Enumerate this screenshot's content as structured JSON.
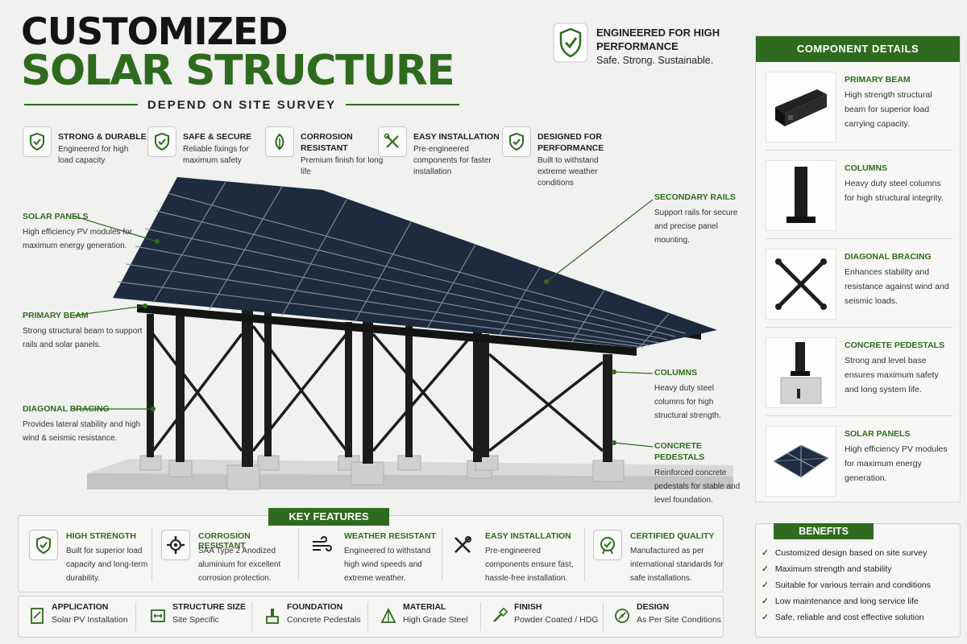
{
  "title": {
    "line1": "CUSTOMIZED",
    "line2": "SOLAR STRUCTURE",
    "subtitle": "DEPEND ON SITE SURVEY"
  },
  "badge": {
    "title": "ENGINEERED FOR HIGH PERFORMANCE",
    "subtitle": "Safe. Strong. Sustainable.",
    "icon": "shield-check-icon"
  },
  "features": [
    {
      "title": "STRONG & DURABLE",
      "desc": "Engineered for high load capacity",
      "icon": "shield-check-icon"
    },
    {
      "title": "SAFE & SECURE",
      "desc": "Reliable fixings for maximum safety",
      "icon": "shield-check-icon"
    },
    {
      "title": "CORROSION RESISTANT",
      "desc": "Premium finish for long life",
      "icon": "leaf-icon"
    },
    {
      "title": "EASY INSTALLATION",
      "desc": "Pre-engineered components for faster installation",
      "icon": "tools-icon"
    },
    {
      "title": "DESIGNED FOR PERFORMANCE",
      "desc": "Built to withstand extreme weather conditions",
      "icon": "shield-check-icon"
    }
  ],
  "callouts": {
    "solar_panels": {
      "title": "SOLAR PANELS",
      "desc": "High efficiency PV modules for maximum energy generation."
    },
    "primary_beam": {
      "title": "PRIMARY BEAM",
      "desc": "Strong structural beam to support rails and solar panels."
    },
    "diagonal_bracing": {
      "title": "DIAGONAL BRACING",
      "desc": "Provides lateral stability and high wind & seismic resistance."
    },
    "secondary_rails": {
      "title": "SECONDARY RAILS",
      "desc": "Support rails for secure and precise panel mounting."
    },
    "columns": {
      "title": "COLUMNS",
      "desc": "Heavy duty steel columns for high structural strength."
    },
    "concrete_pedestals": {
      "title": "CONCRETE PEDESTALS",
      "desc": "Reinforced concrete pedestals for stable and level foundation."
    }
  },
  "components": {
    "header": "COMPONENT DETAILS",
    "items": [
      {
        "title": "PRIMARY BEAM",
        "desc": "High strength structural beam for superior load carrying capacity."
      },
      {
        "title": "COLUMNS",
        "desc": "Heavy duty steel columns for high structural integrity."
      },
      {
        "title": "DIAGONAL BRACING",
        "desc": "Enhances stability and resistance against wind and seismic loads."
      },
      {
        "title": "CONCRETE PEDESTALS",
        "desc": "Strong and level base ensures maximum safety and long system life."
      },
      {
        "title": "SOLAR PANELS",
        "desc": "High efficiency PV modules for maximum energy generation."
      }
    ]
  },
  "key_features": {
    "header": "KEY FEATURES",
    "items": [
      {
        "title": "HIGH STRENGTH",
        "desc": "Built for superior load capacity and long-term durability.",
        "icon": "shield-check-icon"
      },
      {
        "title": "CORROSION RESISTANT",
        "desc": "SAA Type 2 Anodized aluminium for excellent corrosion protection.",
        "icon": "gear-icon"
      },
      {
        "title": "WEATHER RESISTANT",
        "desc": "Engineered to withstand high wind speeds and extreme weather.",
        "icon": "wind-icon"
      },
      {
        "title": "EASY INSTALLATION",
        "desc": "Pre-engineered components ensure fast, hassle-free installation.",
        "icon": "tools-icon"
      },
      {
        "title": "CERTIFIED QUALITY",
        "desc": "Manufactured as per international standards for safe installations.",
        "icon": "certificate-icon"
      }
    ]
  },
  "specs": [
    {
      "title": "APPLICATION",
      "value": "Solar PV Installation",
      "icon": "document-icon"
    },
    {
      "title": "STRUCTURE SIZE",
      "value": "Site Specific",
      "icon": "dimension-icon"
    },
    {
      "title": "FOUNDATION",
      "value": "Concrete Pedestals",
      "icon": "foundation-icon"
    },
    {
      "title": "MATERIAL",
      "value": "High Grade Steel",
      "icon": "material-icon"
    },
    {
      "title": "FINISH",
      "value": "Powder Coated / HDG",
      "icon": "brush-icon"
    },
    {
      "title": "DESIGN",
      "value": "As Per Site Conditions",
      "icon": "compass-icon"
    }
  ],
  "benefits": {
    "header": "BENEFITS",
    "items": [
      "Customized design based on site survey",
      "Maximum strength and stability",
      "Suitable for various terrain and conditions",
      "Low maintenance and long service life",
      "Safe, reliable and cost effective solution"
    ]
  },
  "colors": {
    "accent": "#2f6b1e",
    "background": "#f1f1f0",
    "text": "#1f1f1f"
  }
}
